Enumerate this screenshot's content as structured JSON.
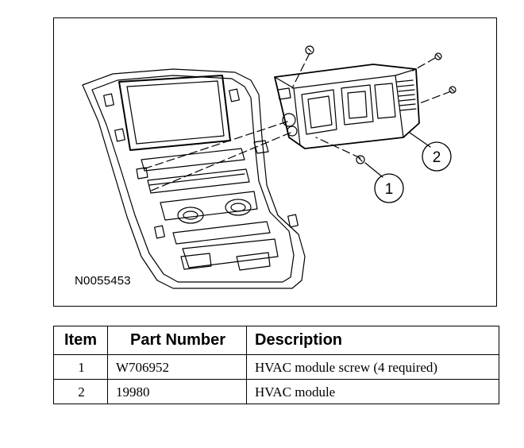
{
  "figure": {
    "code": "N0055453",
    "callouts": [
      "1",
      "2"
    ]
  },
  "table": {
    "headers": [
      "Item",
      "Part Number",
      "Description"
    ],
    "rows": [
      {
        "item": "1",
        "part_number": "W706952",
        "description": "HVAC module screw (4 required)"
      },
      {
        "item": "2",
        "part_number": "19980",
        "description": "HVAC module"
      }
    ]
  }
}
